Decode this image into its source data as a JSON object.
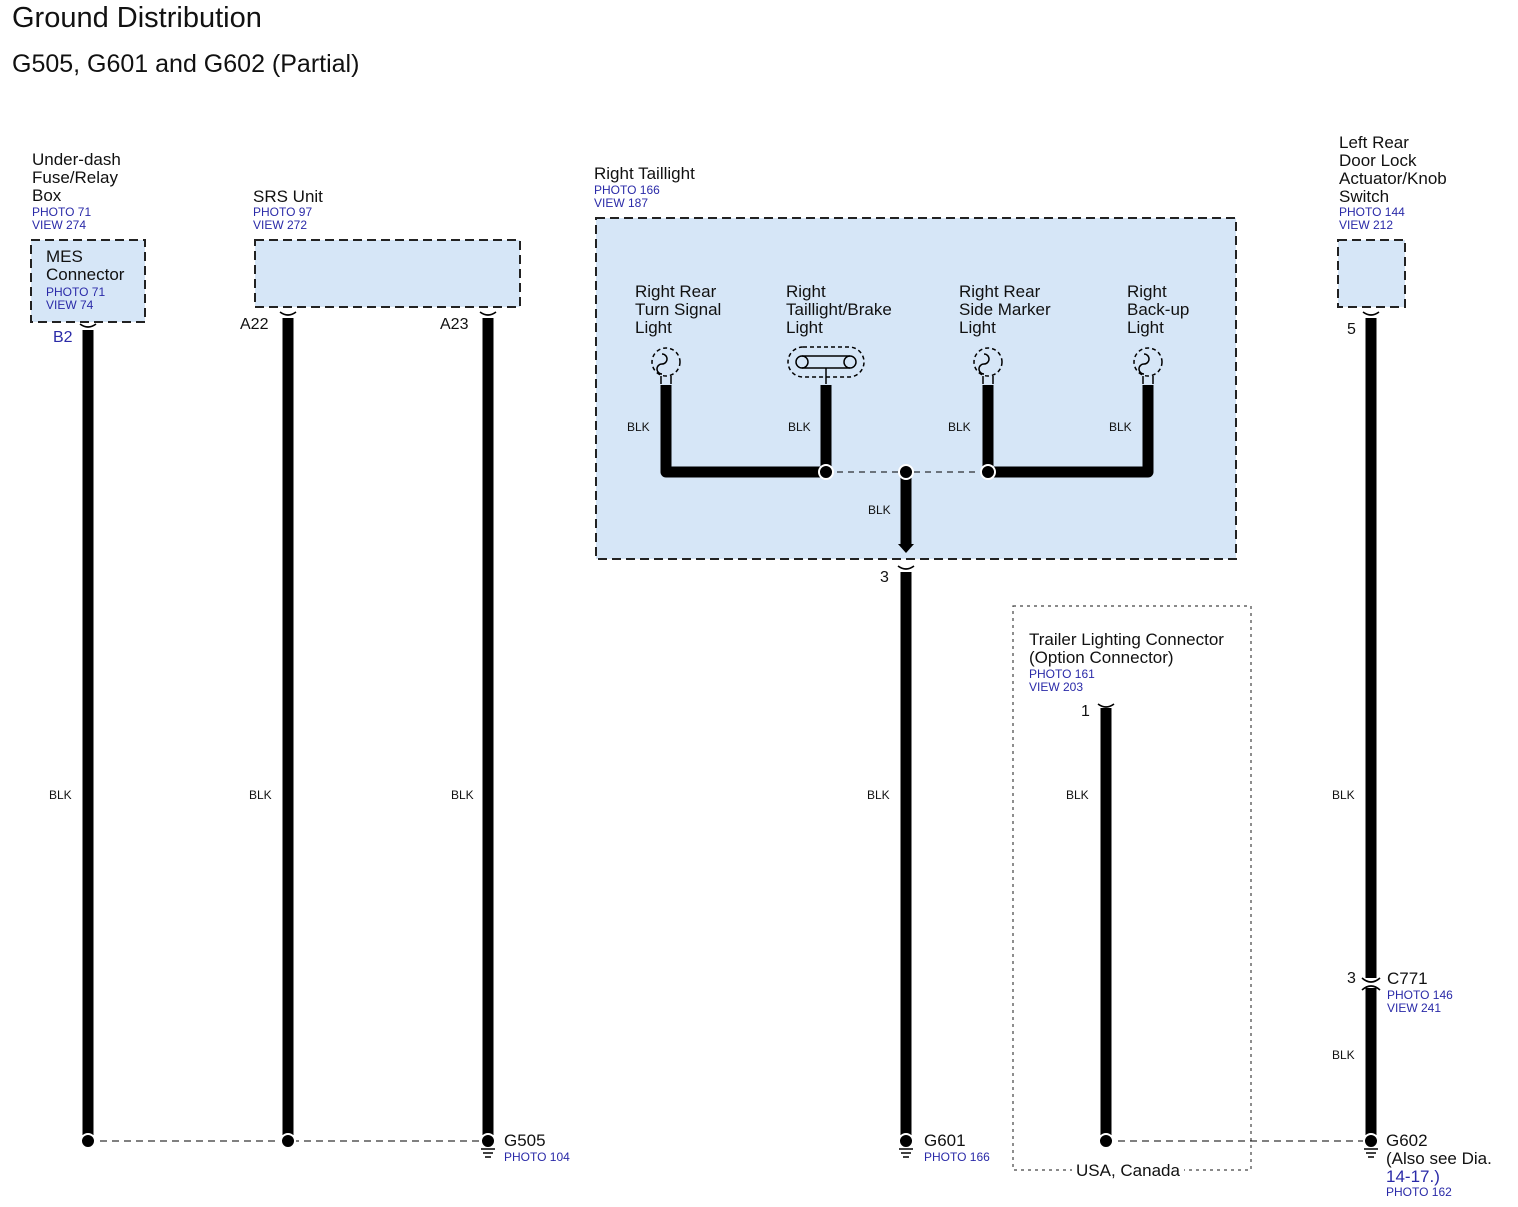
{
  "header": {
    "title": "Ground Distribution",
    "subtitle": "G505, G601 and G602 (Partial)"
  },
  "components": {
    "fuse_box": {
      "name": "Under-dash\nFuse/Relay\nBox",
      "refs": "PHOTO 71\nVIEW 274"
    },
    "mes_connector": {
      "name": "MES\nConnector",
      "refs": "PHOTO 71\nVIEW 74",
      "pin": "B2"
    },
    "srs_unit": {
      "name": "SRS Unit",
      "refs": "PHOTO 97\nVIEW 272",
      "pin_a22": "A22",
      "pin_a23": "A23"
    },
    "right_taillight": {
      "name": "Right Taillight",
      "refs": "PHOTO 166\nVIEW 187",
      "pin": "3",
      "bulbs": [
        {
          "label": "Right Rear\nTurn Signal\nLight"
        },
        {
          "label": "Right\nTaillight/Brake\nLight"
        },
        {
          "label": "Right Rear\nSide Marker\nLight"
        },
        {
          "label": "Right\nBack-up\nLight"
        }
      ]
    },
    "trailer_connector": {
      "name": "Trailer Lighting Connector\n(Option Connector)",
      "refs": "PHOTO 161\nVIEW 203",
      "pin": "1",
      "footnote": "USA, Canada"
    },
    "door_lock_switch": {
      "name": "Left Rear\nDoor Lock\nActuator/Knob\nSwitch",
      "refs": "PHOTO 144\nVIEW 212",
      "pin": "5"
    },
    "c771": {
      "name": "C771",
      "pin": "3",
      "refs": "PHOTO 146\nVIEW 241"
    }
  },
  "wires": {
    "color": "BLK"
  },
  "grounds": {
    "g505": {
      "name": "G505",
      "refs": "PHOTO 104"
    },
    "g601": {
      "name": "G601",
      "refs": "PHOTO 166"
    },
    "g602": {
      "name": "G602",
      "note": "(Also see Dia.",
      "link": "14-17.)",
      "refs": "PHOTO 162"
    }
  },
  "colors": {
    "fill": "#d6e6f7",
    "wire": "#000000",
    "link": "#2a2aa8"
  }
}
